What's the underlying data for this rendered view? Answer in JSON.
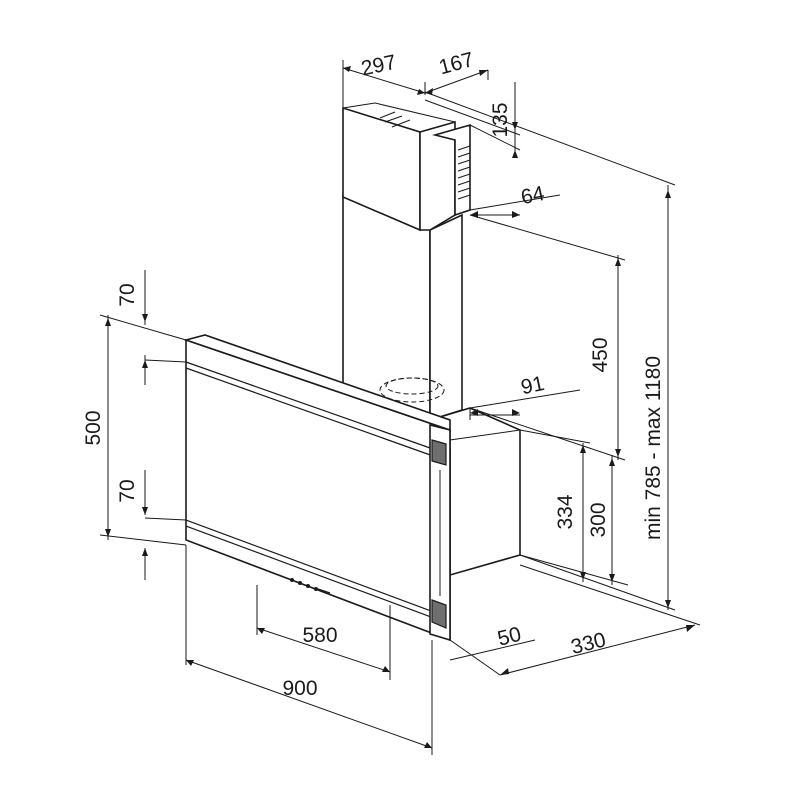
{
  "dimensions": {
    "chimney_width": "297",
    "chimney_depth": "167",
    "top_offset": "135",
    "bracket_depth": "64",
    "chimney_height": "450",
    "frame_depth": "91",
    "rear_box_height": "334",
    "rear_box_height_inner": "300",
    "overall_height": "min 785 - max 1180",
    "top_band": "70",
    "front_height": "500",
    "bottom_band": "70",
    "base_depth": "50",
    "overall_depth": "330",
    "control_width": "580",
    "overall_width": "900"
  },
  "colors": {
    "line": "#1a1a1a",
    "shade": "#6f6f6f",
    "background": "#ffffff"
  }
}
